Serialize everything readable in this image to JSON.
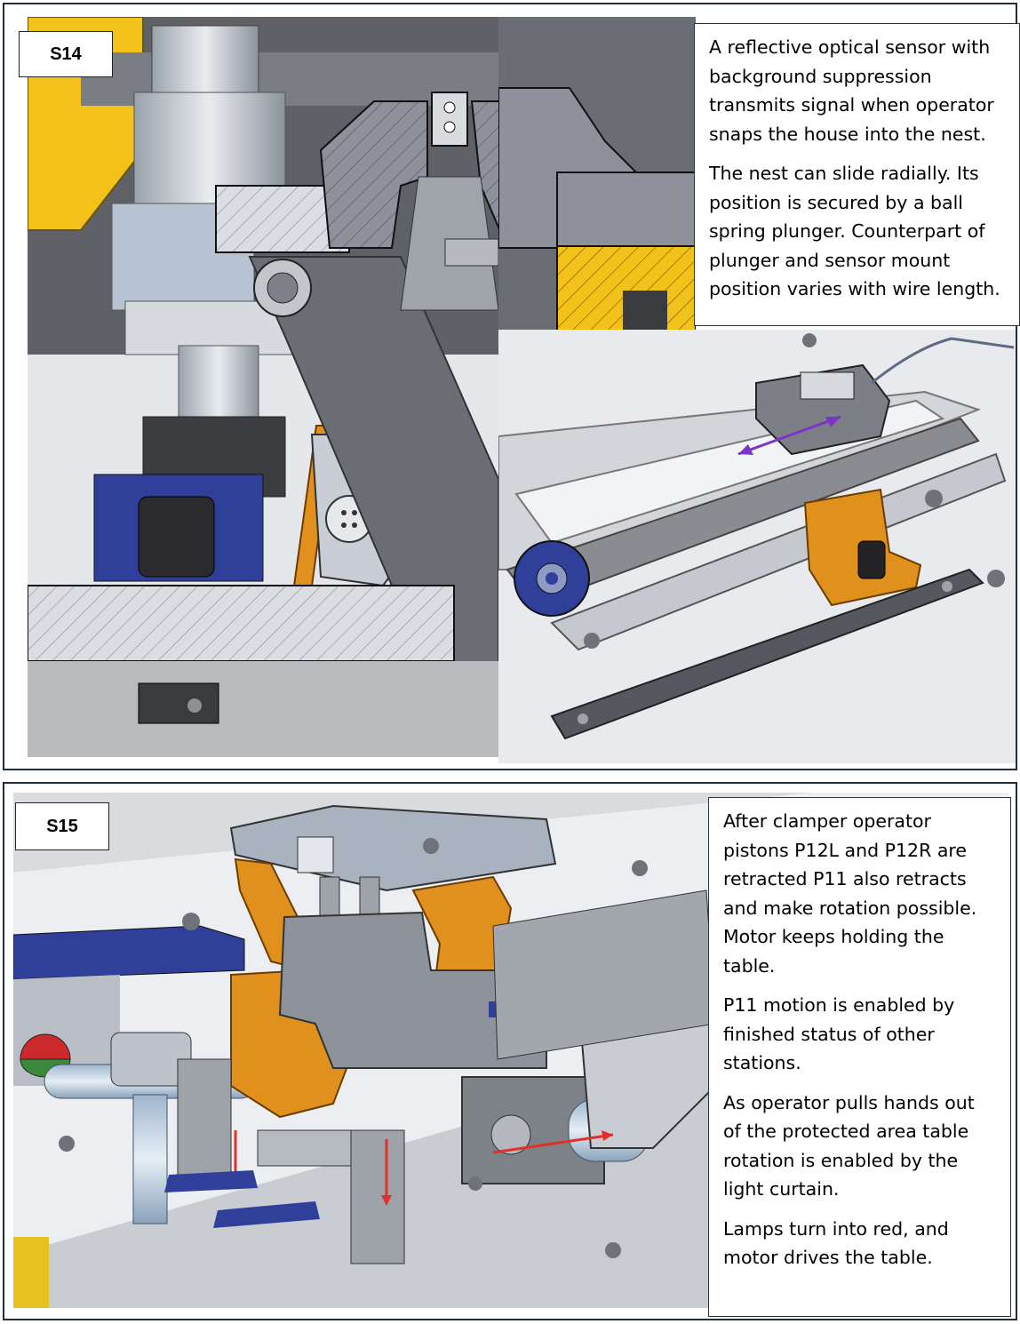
{
  "s14": {
    "label": "S14",
    "paragraphs": [
      "A reflective optical sensor with background suppression transmits signal when operator snaps the house into the nest.",
      "The nest can slide radially. Its position is secured by a ball spring plunger. Counterpart of plunger and sensor mount position varies with wire length."
    ]
  },
  "s15": {
    "label": "S15",
    "paragraphs": [
      "After clamper operator pistons P12L and P12R are retracted P11 also retracts and make rotation possible. Motor keeps holding the table.",
      "P11 motion is enabled by finished status of other stations.",
      "As operator pulls hands out of the protected area table rotation is enabled by the light curtain.",
      "Lamps turn into red, and motor drives the table."
    ]
  },
  "colors": {
    "cad_grey": "#a9adb3",
    "cad_dark": "#6f747b",
    "cad_orange": "#e0901c",
    "cad_blue": "#2f3f9a",
    "cad_yellow": "#f2c21a",
    "arrow_red": "#e0302a",
    "arrow_purple": "#7a35c8"
  }
}
